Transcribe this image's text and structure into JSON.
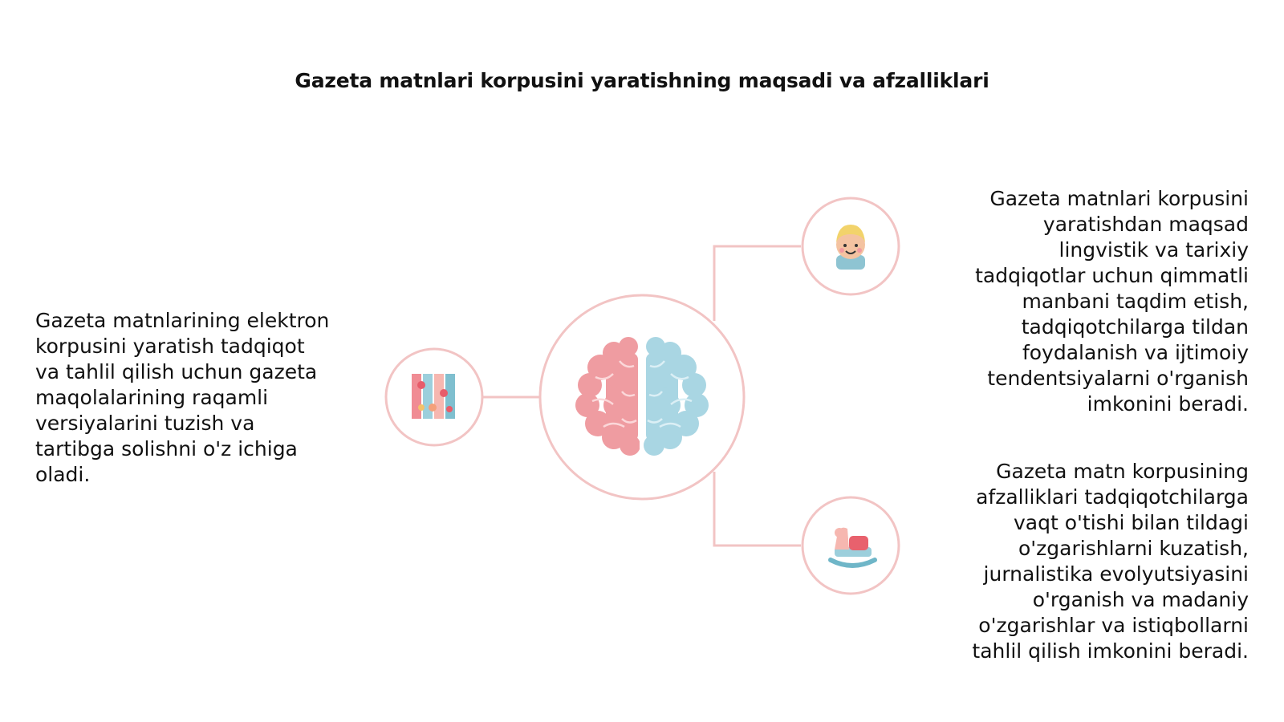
{
  "title": "Gazeta matnlari korpusini yaratishning maqsadi va afzalliklari",
  "colors": {
    "ring": "#f2c4c4",
    "connector": "#f2c4c4",
    "brain_left": "#ef9ca1",
    "brain_right": "#a9d6e3"
  },
  "nodes": {
    "left": {
      "icon": "book-shelf-icon",
      "text": "Gazeta matnlarining elektron\nkorpusini yaratish tadqiqot\nva tahlil qilish uchun gazeta\nmaqolalarining raqamli\nversiyalarini tuzish va\ntartibga solishni o'z ichiga\noladi."
    },
    "center": {
      "icon": "brain-icon"
    },
    "right_top": {
      "icon": "child-face-icon",
      "text": "Gazeta matnlari korpusini\nyaratishdan maqsad\nlingvistik va tarixiy\ntadqiqotlar uchun qimmatli\nmanbani taqdim etish,\ntadqiqotchilarga tildan\nfoydalanish va ijtimoiy\ntendentsiyalarni o'rganish\nimkonini beradi."
    },
    "right_bottom": {
      "icon": "rocking-horse-icon",
      "text": "Gazeta matn korpusining\nafzalliklari tadqiqotchilarga\nvaqt o'tishi bilan tildagi\no'zgarishlarni kuzatish,\njurnalistika evolyutsiyasini\no'rganish va madaniy\no'zgarishlar va istiqbollarni\ntahlil qilish imkonini beradi."
    }
  }
}
